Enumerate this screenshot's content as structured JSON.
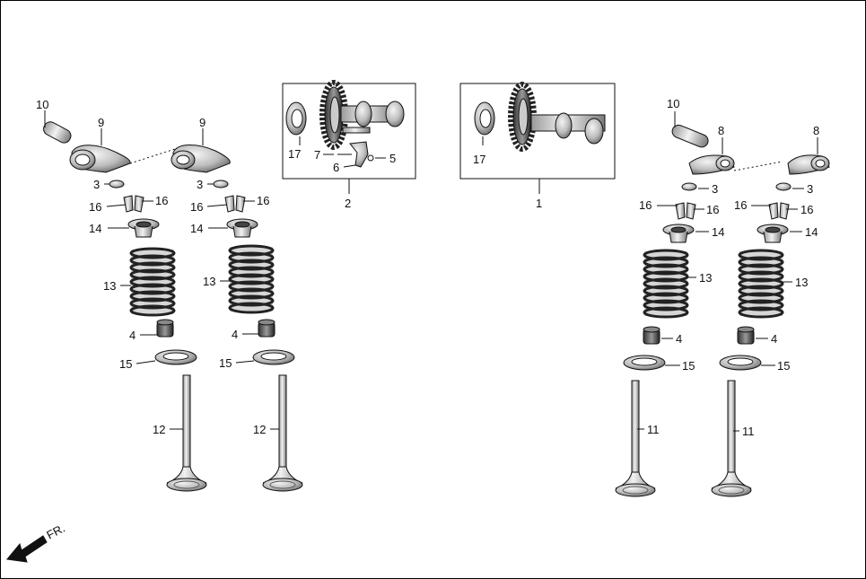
{
  "callouts": {
    "c1": "1",
    "c2": "2",
    "c3": "3",
    "c4": "4",
    "c5": "5",
    "c6": "6",
    "c7": "7",
    "c8": "8",
    "c9": "9",
    "c10": "10",
    "c11": "11",
    "c12": "12",
    "c13": "13",
    "c14": "14",
    "c15": "15",
    "c16": "16",
    "c17": "17"
  },
  "front_indicator": "FR."
}
